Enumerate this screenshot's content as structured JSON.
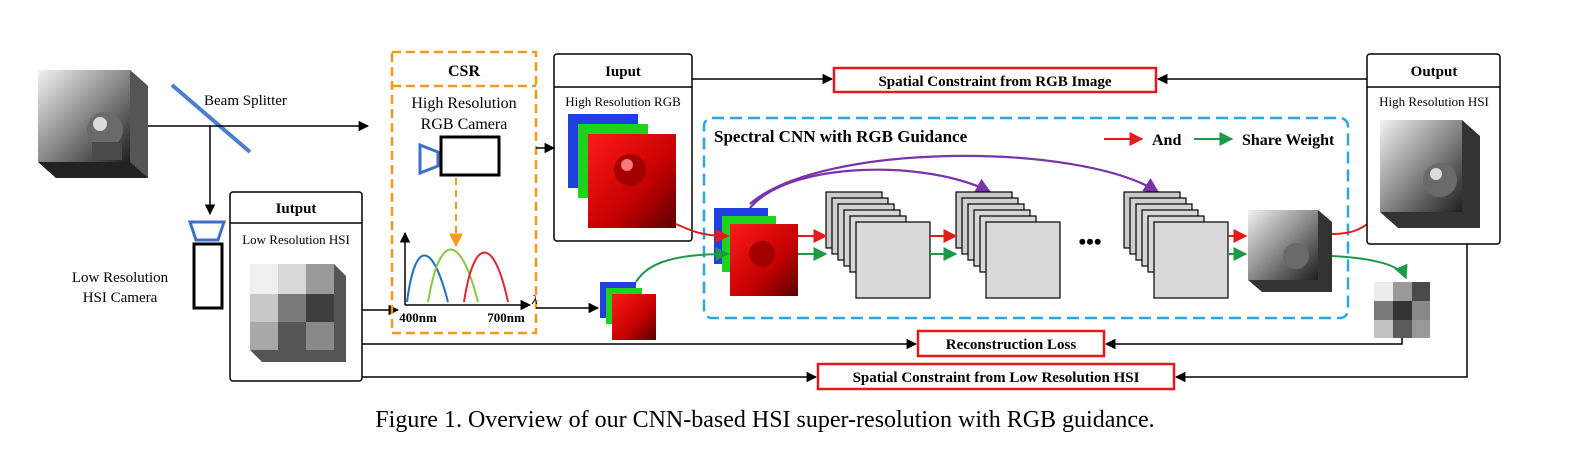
{
  "labels": {
    "beam_splitter": "Beam Splitter",
    "lr_cam_1": "Low Resolution",
    "lr_cam_2": "HSI Camera",
    "csr_title": "CSR",
    "hr_cam_1": "High Resolution",
    "hr_cam_2": "RGB Camera",
    "wl_start": "400nm",
    "wl_end": "700nm",
    "lambda": "λ",
    "input_rgb_title": "Iuput",
    "input_rgb_sub": "High Resolution RGB",
    "input_hsi_title": "Iutput",
    "input_hsi_sub": "Low Resolution HSI",
    "output_title": "Output",
    "output_sub": "High Resolution HSI",
    "spectral_cnn": "Spectral CNN with RGB Guidance",
    "legend_and": "And",
    "legend_share": "Share Weight",
    "ellipsis": "•••",
    "constraint_rgb": "Spatial Constraint from RGB Image",
    "recon_loss": "Reconstruction Loss",
    "constraint_hsi": "Spatial Constraint from Low Resolution HSI",
    "caption": "Figure 1.  Overview of our CNN-based HSI super-resolution with RGB guidance."
  },
  "colors": {
    "csr_border": "#f39a1e",
    "camera_blue": "#3f6fc8",
    "cnn_border": "#29a8e0",
    "red": "#e31b1b",
    "green": "#1d9a48",
    "purple": "#7a33a8",
    "curve_blue": "#1f6fc1",
    "curve_green": "#8ac640",
    "curve_red": "#e3242b",
    "box_red": "#e31b1b"
  }
}
